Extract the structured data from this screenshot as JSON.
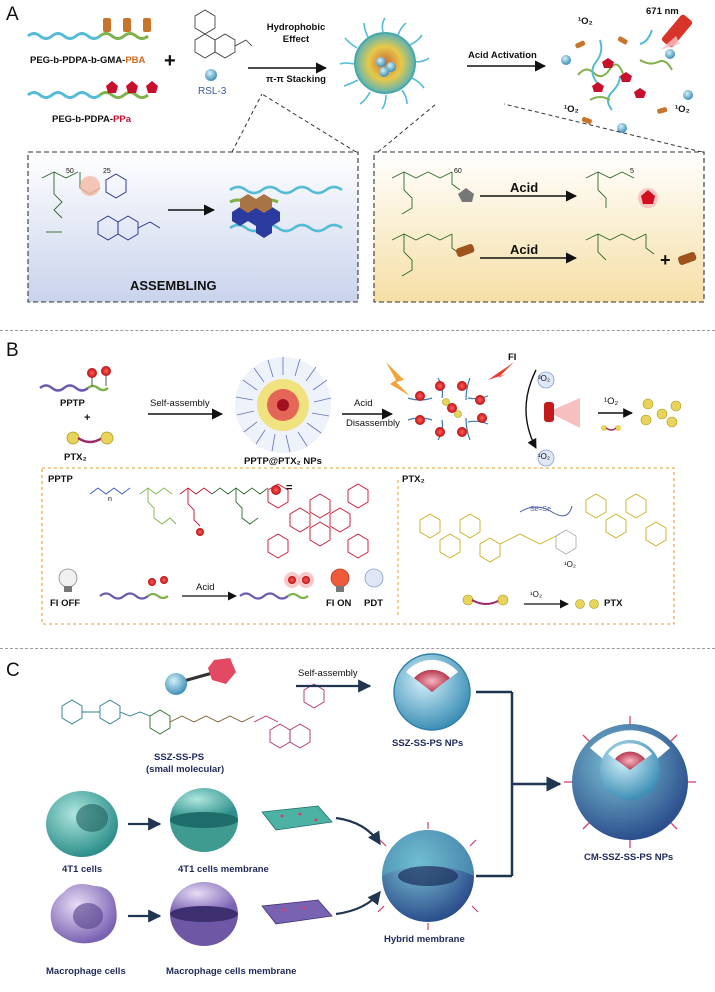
{
  "panel_a": {
    "letter": "A",
    "polymer1_prefix": "PEG-b-PDPA-b-GMA-",
    "polymer1_suffix": "PBA",
    "polymer2_prefix": "PEG-b-PDPA-",
    "polymer2_suffix": "PPa",
    "drug": "RSL-3",
    "plus": "+",
    "arrow1_line1": "Hydrophobic",
    "arrow1_line2": "Effect",
    "arrow1_line3": "π-π Stacking",
    "arrow2": "Acid Activation",
    "laser": "671 nm",
    "singlet_oxygen": "¹O₂",
    "assembling": "ASSEMBLING",
    "acid1": "Acid",
    "acid2": "Acid",
    "sub_50": "50",
    "sub_25": "25",
    "sub_60": "60",
    "sub_5": "5"
  },
  "panel_b": {
    "letter": "B",
    "pptp": "PPTP",
    "plus": "+",
    "ptx2": "PTX₂",
    "self_assembly": "Self-assembly",
    "nps": "PPTP@PTX₂ NPs",
    "acid": "Acid",
    "disassembly": "Disassembly",
    "fi": "FI",
    "triplet_oxygen": "³O₂",
    "singlet_oxygen": "¹O₂",
    "box_pptp": "PPTP",
    "box_ptx2": "PTX₂",
    "equals": "=",
    "fi_off": "FI OFF",
    "acid_small": "Acid",
    "fi_on": "FI ON",
    "pdt": "PDT",
    "ptx": "PTX",
    "se": "Se–Se",
    "sub_n": "n"
  },
  "panel_c": {
    "letter": "C",
    "self_assembly": "Self-assembly",
    "ssz_name": "SSZ-SS-PS",
    "ssz_sub": "(small molecular)",
    "ssz_nps": "SSZ-SS-PS NPs",
    "cells_4t1": "4T1 cells",
    "membrane_4t1": "4T1 cells membrane",
    "hybrid": "Hybrid membrane",
    "macrophage": "Macrophage cells",
    "macrophage_membrane": "Macrophage cells membrane",
    "final": "CM-SSZ-SS-PS NPs"
  },
  "colors": {
    "pba_orange": "#d2691e",
    "ppa_red": "#c8102e",
    "rsl_blue": "#3a5a9a",
    "ssz_navy": "#1f2a5a",
    "box_border": "#333333",
    "assembling_bg": "#cfd8ee",
    "acid_bg": "#f7e6b8",
    "dashed_orange": "#e0a030"
  }
}
